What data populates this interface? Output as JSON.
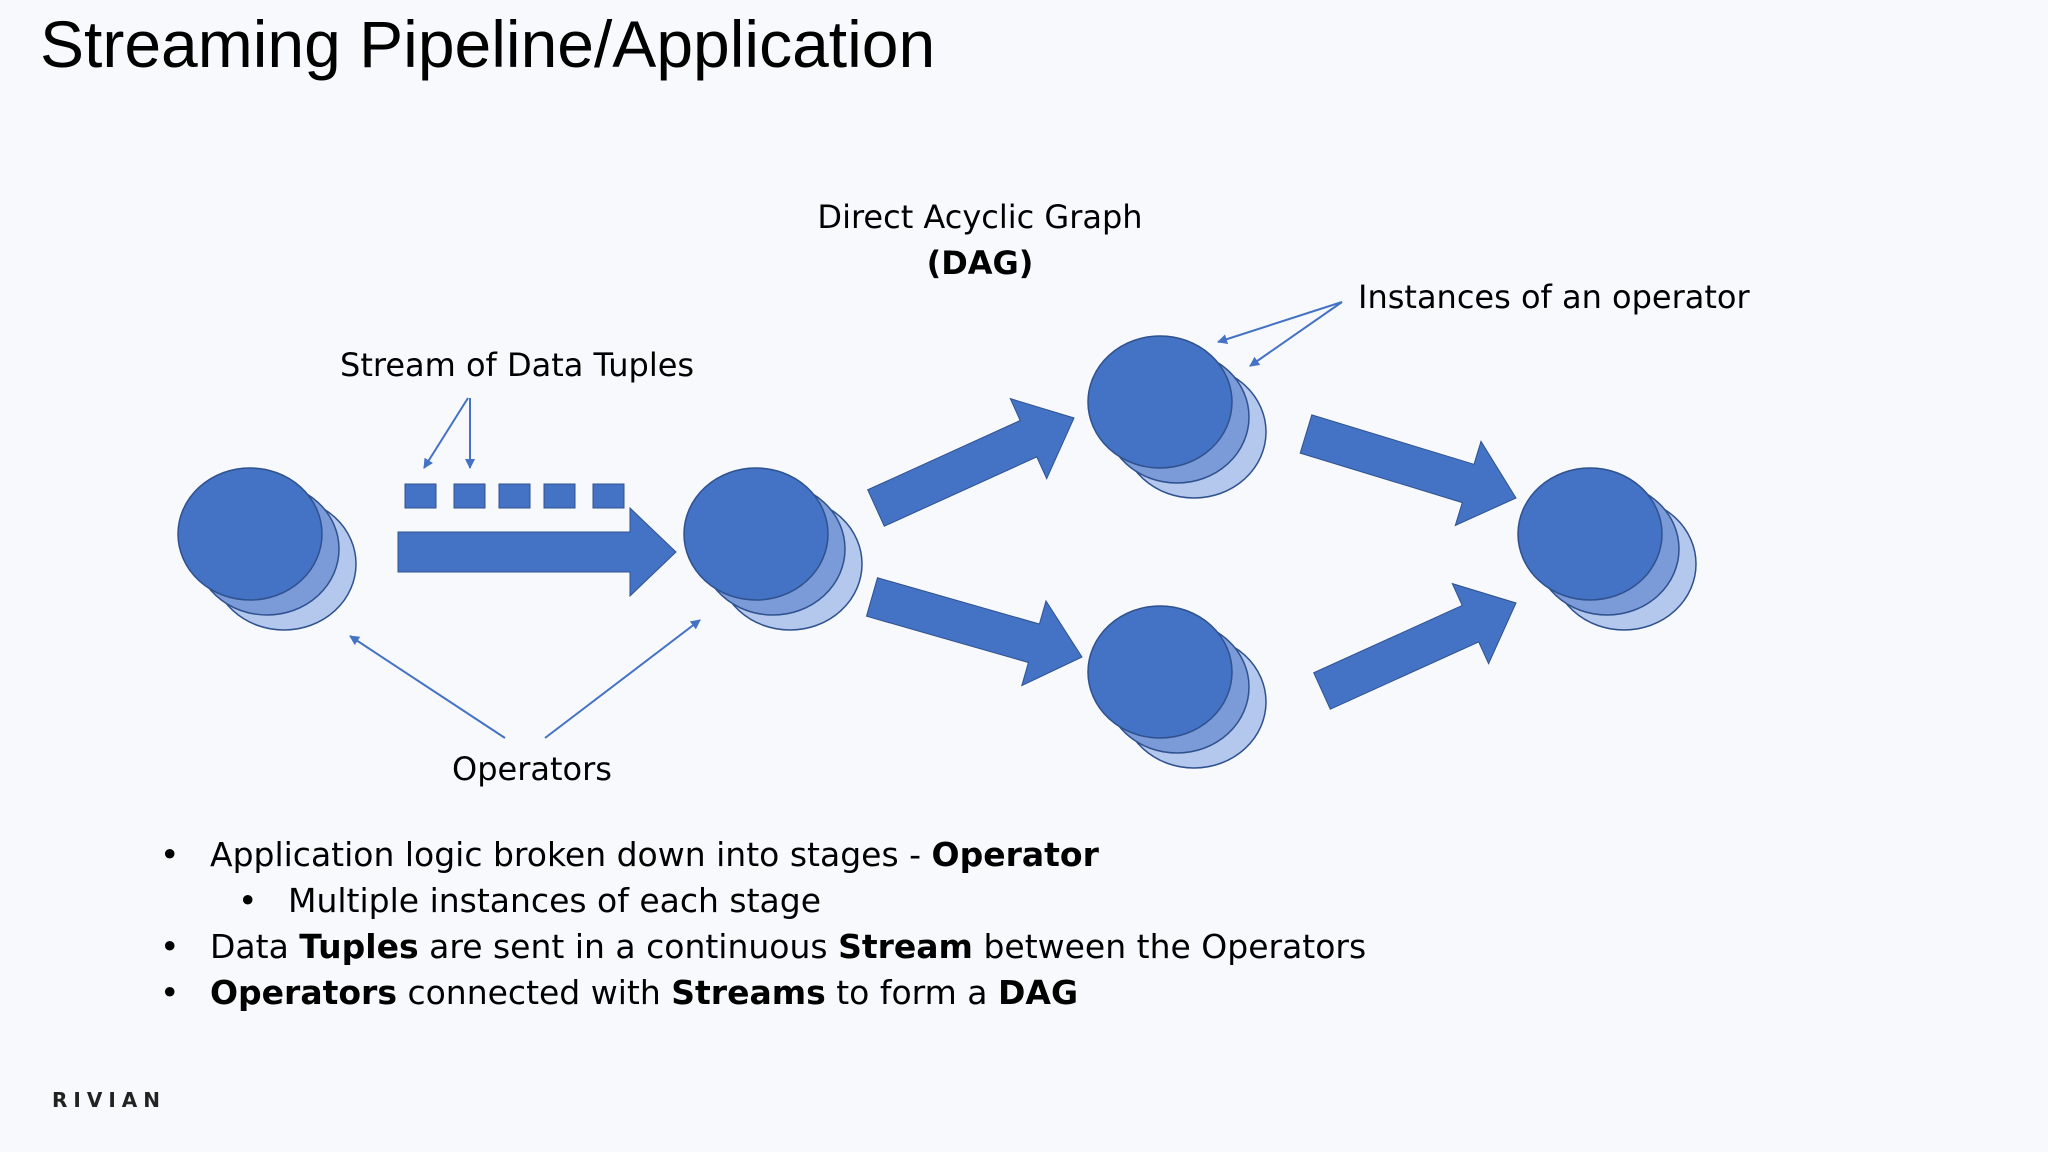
{
  "slide": {
    "title": "Streaming Pipeline/Application"
  },
  "diagram": {
    "dag_title": "Direct Acyclic Graph",
    "dag_abbr": "(DAG)",
    "label_instances": "Instances of an operator",
    "label_stream": "Stream of Data Tuples",
    "label_operators": "Operators",
    "colors": {
      "operator_front": "#4472c4",
      "operator_middle": "#7b9ad8",
      "operator_back": "#b4c7ec",
      "operator_outline": "#2f528f",
      "arrow": "#4472c4",
      "pointer_line": "#4472c4"
    }
  },
  "bullets": [
    {
      "level": 1,
      "parts": [
        {
          "text": "Application logic broken down into stages - "
        },
        {
          "text": "Operator",
          "bold": true
        }
      ]
    },
    {
      "level": 2,
      "parts": [
        {
          "text": "Multiple instances of each stage"
        }
      ]
    },
    {
      "level": 1,
      "parts": [
        {
          "text": "Data "
        },
        {
          "text": "Tuples",
          "bold": true
        },
        {
          "text": " are sent in a continuous "
        },
        {
          "text": "Stream",
          "bold": true
        },
        {
          "text": " between the Operators"
        }
      ]
    },
    {
      "level": 1,
      "parts": [
        {
          "text": "Operators",
          "bold": true
        },
        {
          "text": " connected with "
        },
        {
          "text": "Streams",
          "bold": true
        },
        {
          "text": " to form a "
        },
        {
          "text": "DAG",
          "bold": true
        }
      ]
    }
  ],
  "footer": {
    "logo": "RIVIAN"
  }
}
